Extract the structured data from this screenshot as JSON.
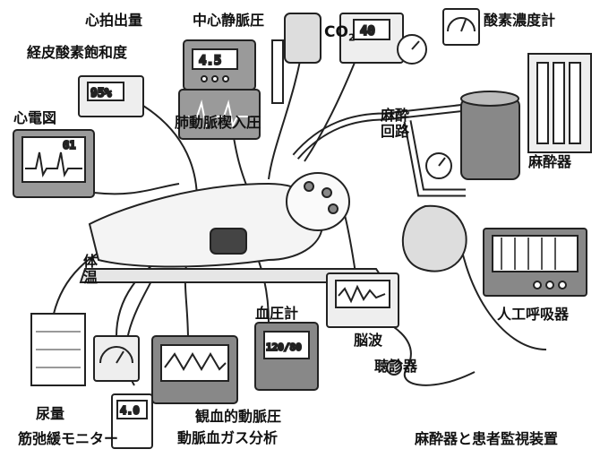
{
  "labels": {
    "cardiac_output": "心拍出量",
    "cvp": "中心静脈圧",
    "co2": "CO",
    "co2_sub": "2",
    "o2_meter": "酸素濃度計",
    "spo2": "経皮酸素飽和度",
    "ecg": "心電図",
    "pcwp": "肺動脈楔入圧",
    "circuit": "麻酔回路",
    "anesthesia_machine": "麻酔器",
    "temperature": "体温",
    "ventilator": "人工呼吸器",
    "bp_monitor": "血圧計",
    "eeg": "脳波",
    "stethoscope": "聴診器",
    "urine": "尿量",
    "arterial": "観血的動脈圧",
    "blood_gas": "動脈血ガス分析",
    "nmt": "筋弛緩モニター",
    "caption": "麻酔器と患者監視装置"
  },
  "readouts": {
    "co_value": "4.5",
    "spo2_value": "95%",
    "ecg_hr": "61",
    "co2_value": "40",
    "bp_value": "120/80",
    "nmt_value": "4.0"
  }
}
